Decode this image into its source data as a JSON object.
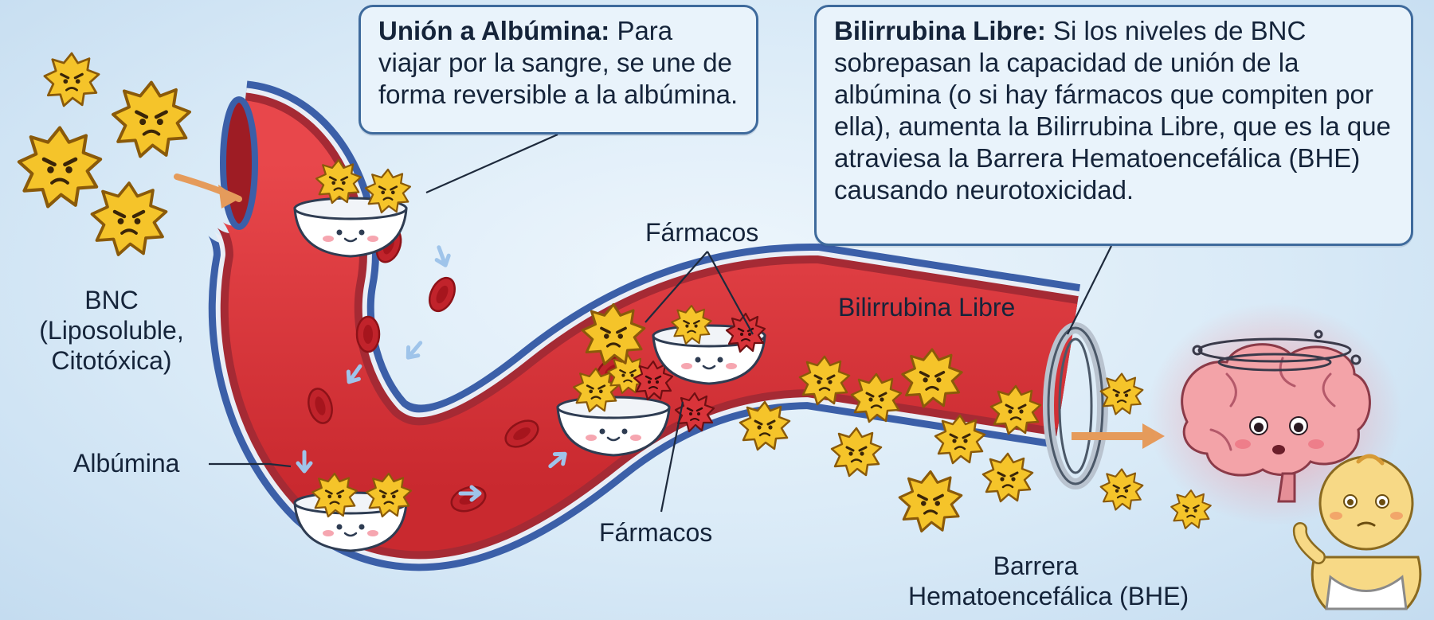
{
  "callouts": {
    "albumina": {
      "title": "Unión a Albúmina:",
      "text": "Para viajar por la sangre, se une de forma reversible a la albúmina."
    },
    "libre": {
      "title": "Bilirrubina Libre:",
      "text": "Si los niveles de BNC sobrepasan la capacidad de unión de la albúmina (o si hay fármacos que compiten por ella), aumenta la Bilirrubina Libre, que es la que atraviesa la Barrera Hematoencefálica (BHE) causando neurotoxicidad."
    }
  },
  "labels": {
    "bnc": "BNC",
    "bnc_sub1": "(Liposoluble,",
    "bnc_sub2": "Citotóxica)",
    "albumina": "Albúmina",
    "farmacos_top": "Fármacos",
    "farmacos_bottom": "Fármacos",
    "bili_libre": "Bilirrubina Libre",
    "bhe_line1": "Barrera",
    "bhe_line2": "Hematoencefálica (BHE)"
  },
  "colors": {
    "bilirubin": "#f5c42a",
    "drug": "#d9343a",
    "vessel_outer": "#3b5fa8",
    "vessel_inner": "#d8383e",
    "albumin": "#ffffff",
    "brain": "#f3a3a8"
  }
}
